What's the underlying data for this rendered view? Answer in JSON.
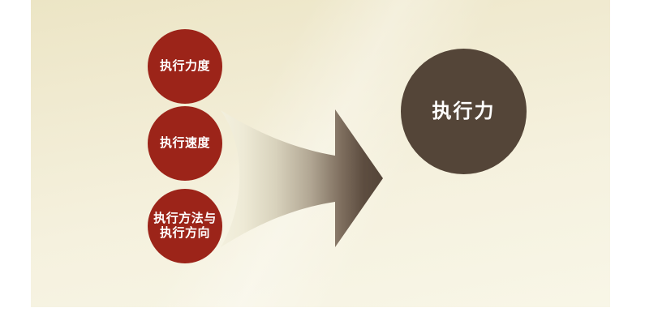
{
  "slide": {
    "background_color_top": "#ece5c5",
    "background_color_bottom": "#f8f6e7"
  },
  "diagram": {
    "type": "convergence",
    "input_color": "#9c2419",
    "output_color": "#544538",
    "arrow_gradient_from": "#f2efdc",
    "arrow_gradient_to": "#544538",
    "inputs": [
      {
        "label": "执行力度"
      },
      {
        "label": "执行速度"
      },
      {
        "label": "执行方法与\n执行方向"
      }
    ],
    "output": {
      "label": "执行力"
    },
    "arrow": {
      "name": "convergence-arrow",
      "direction": "right"
    }
  }
}
